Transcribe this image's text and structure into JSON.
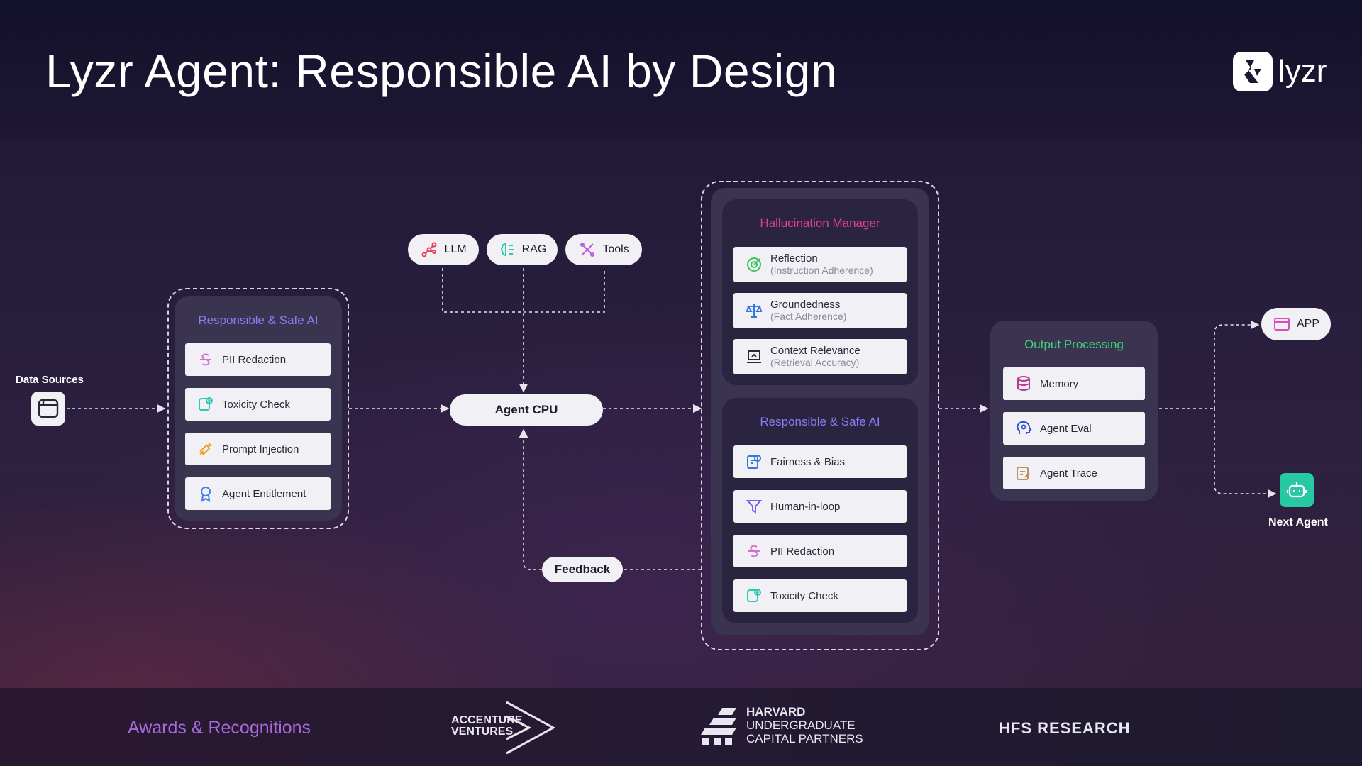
{
  "header": {
    "title": "Lyzr Agent: Responsible AI by Design",
    "logo_text": "lyzr"
  },
  "data_sources": {
    "label": "Data Sources"
  },
  "left_panel": {
    "title": "Responsible & Safe AI",
    "items": [
      "PII Redaction",
      "Toxicity Check",
      "Prompt Injection",
      "Agent Entitlement"
    ]
  },
  "model_pills": [
    "LLM",
    "RAG",
    "Tools"
  ],
  "agent_cpu": "Agent CPU",
  "feedback": "Feedback",
  "hallucination": {
    "title": "Hallucination Manager",
    "items": [
      {
        "label": "Reflection",
        "sub": "(Instruction Adherence)"
      },
      {
        "label": "Groundedness",
        "sub": "(Fact Adherence)"
      },
      {
        "label": "Context Relevance",
        "sub": "(Retrieval Accuracy)"
      }
    ]
  },
  "right_safe": {
    "title": "Responsible & Safe AI",
    "items": [
      "Fairness & Bias",
      "Human-in-loop",
      "PII Redaction",
      "Toxicity Check"
    ]
  },
  "output_processing": {
    "title": "Output Processing",
    "items": [
      "Memory",
      "Agent Eval",
      "Agent Trace"
    ]
  },
  "app_label": "APP",
  "next_agent": "Next Agent",
  "footer": {
    "awards": "Awards & Recognitions",
    "accenture_line1": "ACCENTURE",
    "accenture_line2": "VENTURES",
    "harvard_line1": "HARVARD",
    "harvard_line2": "UNDERGRADUATE",
    "harvard_line3": "CAPITAL PARTNERS",
    "hfs": "HFS RESEARCH"
  },
  "colors": {
    "violet_title": "#8c7cf2",
    "pink_title": "#e0409a",
    "green_title": "#3fd47a",
    "teal": "#2cc9b0"
  }
}
